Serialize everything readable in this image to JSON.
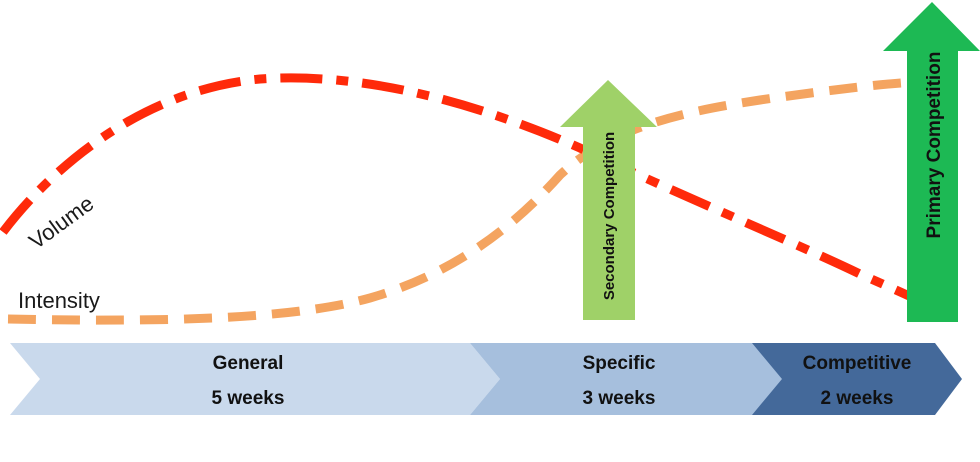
{
  "curves": {
    "volume": {
      "label": "Volume",
      "color": "#ff2a0a"
    },
    "intensity": {
      "label": "Intensity",
      "color": "#f4a460"
    }
  },
  "phases": [
    {
      "name": "General",
      "duration": "5 weeks",
      "color": "#c9d9ec",
      "text_color": "#111111"
    },
    {
      "name": "Specific",
      "duration": "3 weeks",
      "color": "#a6bfdd",
      "text_color": "#111111"
    },
    {
      "name": "Competitive",
      "duration": "2 weeks",
      "color": "#44699a",
      "text_color": "#111111"
    }
  ],
  "competitions": {
    "secondary": {
      "label": "Secondary Competition",
      "color": "#9fd168",
      "icon": "arrow-up-icon"
    },
    "primary": {
      "label": "Primary Competition",
      "color": "#1db954",
      "icon": "arrow-up-icon"
    }
  }
}
